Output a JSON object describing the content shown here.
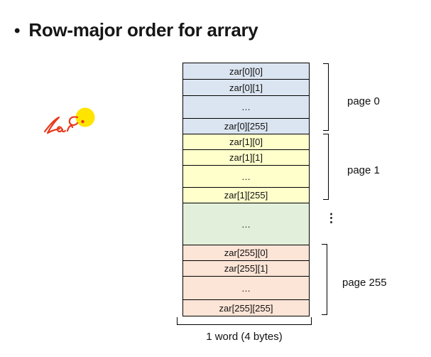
{
  "slide": {
    "bullet": "•",
    "title": "Row-major order for arrary"
  },
  "annotation": {
    "text": "Zar C",
    "ink_color": "#e8391c",
    "highlight_color": "#ffe400"
  },
  "memory_diagram": {
    "sections": [
      {
        "label": "page 0",
        "fill": "#dbe5f1",
        "cells": [
          "zar[0][0]",
          "zar[0][1]",
          "…",
          "zar[0][255]"
        ]
      },
      {
        "label": "page 1",
        "fill": "#ffffcc",
        "cells": [
          "zar[1][0]",
          "zar[1][1]",
          "…",
          "zar[1][255]"
        ]
      },
      {
        "label": "",
        "fill": "#e2efda",
        "cells": [
          "…"
        ]
      },
      {
        "label": "page 255",
        "fill": "#fce4d6",
        "cells": [
          "zar[255][0]",
          "zar[255][1]",
          "…",
          "zar[255][255]"
        ]
      }
    ],
    "ellipsis_vertical": "⋮",
    "width_label": "1 word (4 bytes)"
  }
}
